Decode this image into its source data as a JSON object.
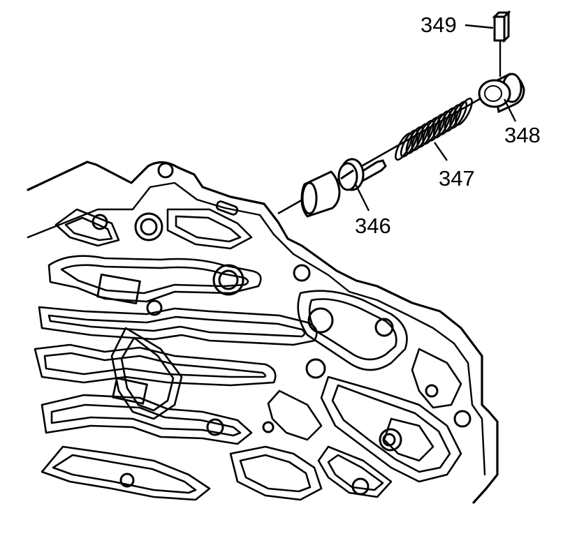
{
  "colors": {
    "line": "#000000",
    "background": "#ffffff"
  },
  "callouts": [
    {
      "id": "349",
      "label": "349",
      "part": "retainer-clip"
    },
    {
      "id": "348",
      "label": "348",
      "part": "bore-plug"
    },
    {
      "id": "347",
      "label": "347",
      "part": "valve-spring"
    },
    {
      "id": "346",
      "label": "346",
      "part": "valve"
    }
  ]
}
